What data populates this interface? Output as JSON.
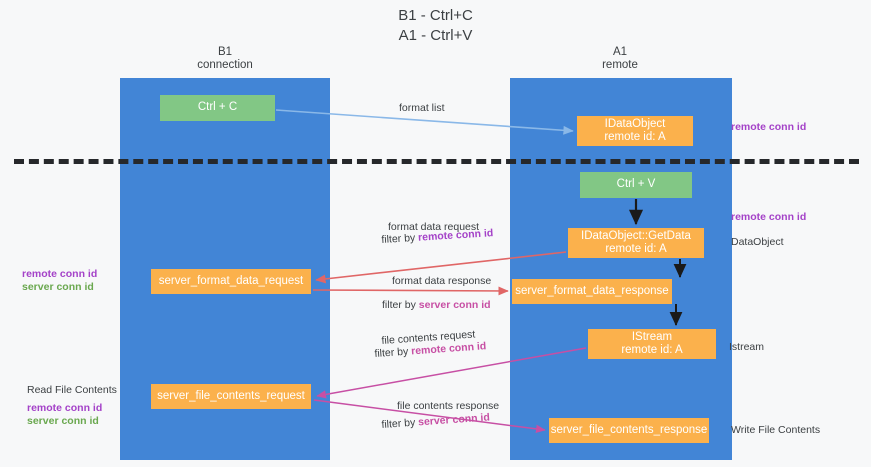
{
  "diagram": {
    "title_line1": "B1 - Ctrl+C",
    "title_line2": "A1 - Ctrl+V",
    "lanes": [
      {
        "name": "B1",
        "sub": "connection"
      },
      {
        "name": "A1",
        "sub": "remote"
      }
    ],
    "nodes": {
      "ctrl_c": "Ctrl + C",
      "idataobject_line1": "IDataObject",
      "idataobject_line2": "remote id: A",
      "ctrl_v": "Ctrl + V",
      "getdata_line1": "IDataObject::GetData",
      "getdata_line2": "remote id: A",
      "server_format_data_request": "server_format_data_request",
      "server_format_data_response": "server_format_data_response",
      "istream_line1": "IStream",
      "istream_line2": "remote id: A",
      "server_file_contents_request": "server_file_contents_request",
      "server_file_contents_response": "server_file_contents_response"
    },
    "edge_labels": {
      "format_list": "format list",
      "format_data_request": "format data request",
      "format_data_request_filter_prefix": "filter by ",
      "format_data_request_filter_key": "remote conn id",
      "format_data_response": "format data response",
      "format_data_response_filter_prefix": "filter by ",
      "format_data_response_filter_key": "server conn id",
      "file_contents_request": "file contents request",
      "file_contents_request_filter_prefix": "filter by ",
      "file_contents_request_filter_key": "remote conn id",
      "file_contents_response": "file contents response",
      "file_contents_response_filter_prefix": "filter by ",
      "file_contents_response_filter_key": "server conn id"
    },
    "side_labels": {
      "remote_conn_id_top": "remote conn id",
      "remote_conn_id_mid": "remote conn id",
      "data_object": "DataObject",
      "istream": "Istream",
      "write_file_contents": "Write File Contents",
      "read_file_contents": "Read File Contents",
      "left_remote_conn_id_1": "remote conn id",
      "left_server_conn_id_1": "server conn id",
      "left_remote_conn_id_2": "remote conn id",
      "left_server_conn_id_2": "server conn id"
    },
    "colors": {
      "lane": "#4285d6",
      "node_green": "#82c785",
      "node_orange": "#fbb14c",
      "accent_purple": "#a442c8",
      "accent_green": "#6aa84f",
      "accent_pink": "#c74fa4",
      "arrow_blue": "#8ab8e8",
      "arrow_red": "#e06666",
      "arrow_black": "#1a1a1a",
      "divider": "#26282b",
      "background": "#f7f8f9"
    }
  }
}
